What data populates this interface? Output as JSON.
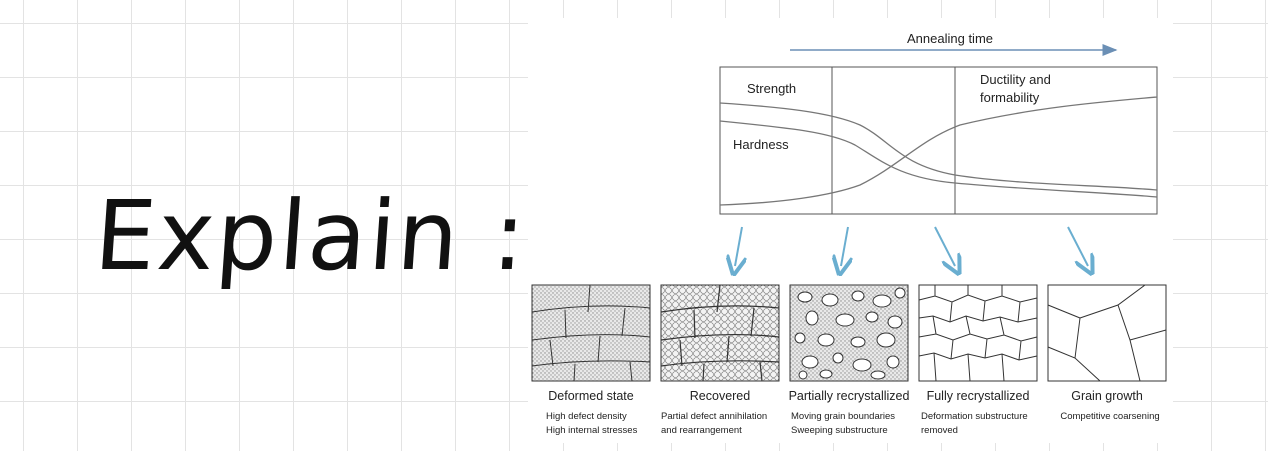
{
  "note": {
    "text": "Explain :"
  },
  "diagram": {
    "time_axis_label": "Annealing time",
    "curve_labels": {
      "strength": "Strength",
      "hardness": "Hardness",
      "ductility": "Ductility and formability"
    },
    "stages": [
      {
        "name": "Deformed state",
        "desc1": "High defect density",
        "desc2": "High internal stresses"
      },
      {
        "name": "Recovered",
        "desc1": "Partial defect annihilation",
        "desc2": "and rearrangement"
      },
      {
        "name": "Partially recrystallized",
        "desc1": "Moving grain boundaries",
        "desc2": "Sweeping substructure"
      },
      {
        "name": "Fully recrystallized",
        "desc1": "Deformation substructure",
        "desc2": "removed"
      },
      {
        "name": "Grain growth",
        "desc1": "Competitive coarsening",
        "desc2": ""
      }
    ],
    "colors": {
      "arrow": "#6aaed0",
      "axis_arrow": "#6b8fb5",
      "curve": "#777777",
      "box": "#555555"
    }
  }
}
